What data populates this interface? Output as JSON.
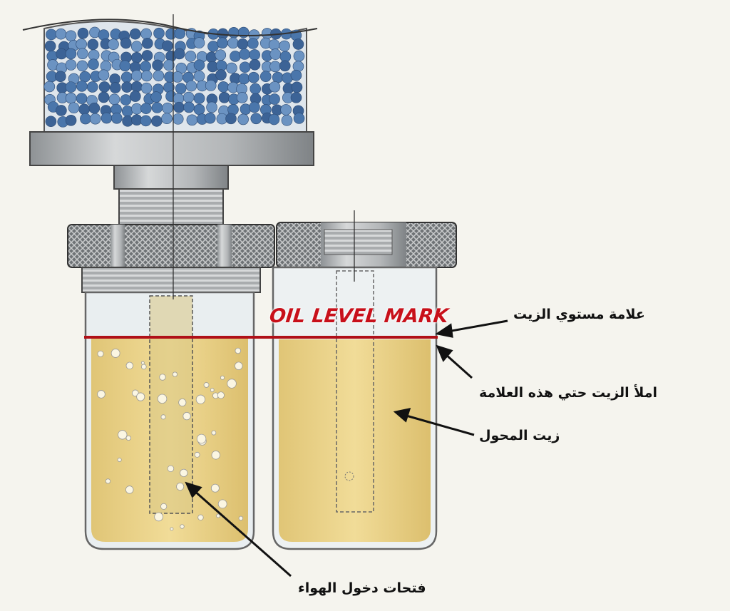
{
  "title_mark": "OIL LEVEL MARK",
  "labels": {
    "oil_level_mark": "علامة مستوي الزيت",
    "fill_to_mark": "املأ الزيت حتي هذه العلامة",
    "transformer_oil": "زيت المحول",
    "air_inlet_holes": "فتحات دخول الهواء"
  },
  "colors": {
    "oil": "#ecd489",
    "beads": "#4f7bb0",
    "metal": "#b9bcbe",
    "mark": "#c8101a"
  }
}
